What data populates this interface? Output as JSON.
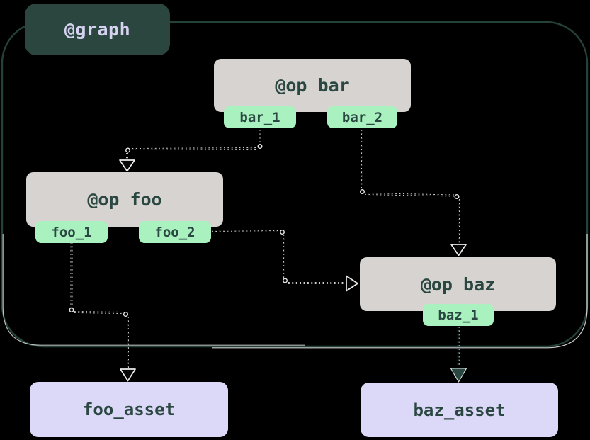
{
  "diagram": {
    "graph": {
      "label": "@graph"
    },
    "ops": [
      {
        "label": "@op bar",
        "outputs": [
          {
            "label": "bar_1"
          },
          {
            "label": "bar_2"
          }
        ]
      },
      {
        "label": "@op foo",
        "outputs": [
          {
            "label": "foo_1"
          },
          {
            "label": "foo_2"
          }
        ]
      },
      {
        "label": "@op baz",
        "outputs": [
          {
            "label": "baz_1"
          }
        ]
      }
    ],
    "assets": [
      {
        "label": "foo_asset"
      },
      {
        "label": "baz_asset"
      }
    ],
    "edges": [
      {
        "from": "bar.bar_1",
        "to": "op foo"
      },
      {
        "from": "bar.bar_2",
        "to": "op baz"
      },
      {
        "from": "foo.foo_2",
        "to": "op baz"
      },
      {
        "from": "foo.foo_1",
        "to": "foo_asset"
      },
      {
        "from": "baz.baz_1",
        "to": "baz_asset"
      }
    ],
    "colors": {
      "background": "#000000",
      "graph_border": "#24423a",
      "graph_label_bg": "#2b463f",
      "graph_label_text": "#d7d2f2",
      "op_bg": "#d6d3d1",
      "node_text": "#2b4742",
      "output_tag_bg": "#a9f2c0",
      "asset_bg": "#dcd8f7",
      "edge_light": "#ededed",
      "edge_dark": "#2b4742"
    }
  }
}
